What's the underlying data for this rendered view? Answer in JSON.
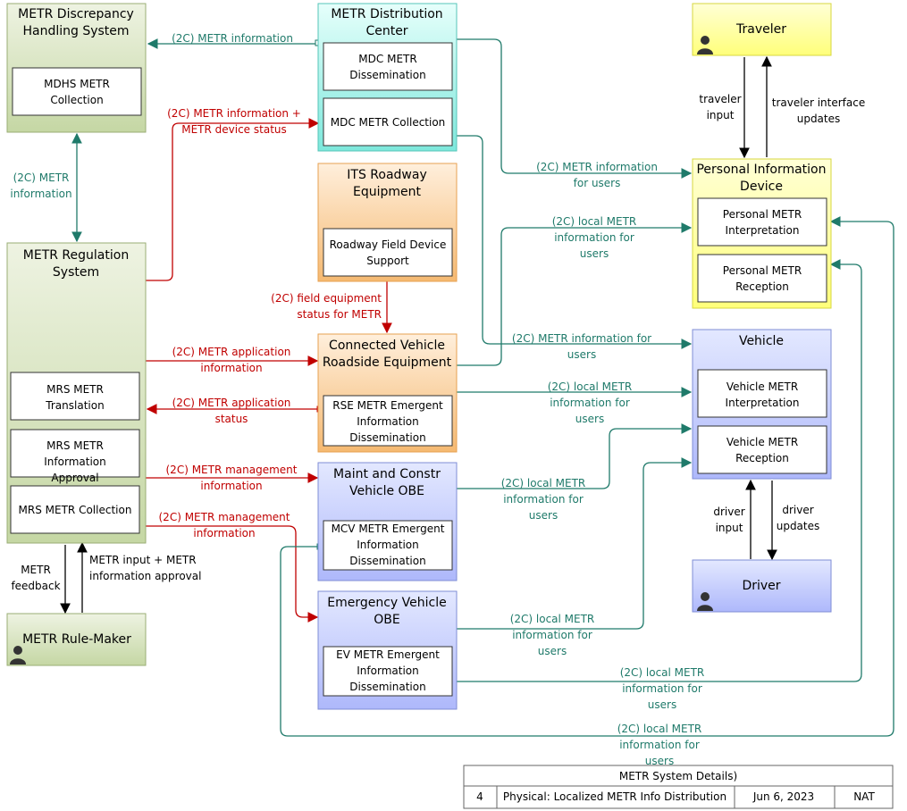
{
  "colors": {
    "teal": "#1f7a6a",
    "red": "#c00000",
    "black": "#000000",
    "green_fill_top": "#eef3e2",
    "green_fill_bottom": "#c5d7a4",
    "green_stroke": "#9aae74",
    "teal_fill_top": "#e6fffb",
    "teal_fill_bottom": "#7de8dc",
    "teal_stroke": "#56c4b8",
    "orange_fill_top": "#ffefdc",
    "orange_fill_bottom": "#f5b971",
    "orange_stroke": "#e7a151",
    "yellow_fill_top": "#ffffd6",
    "yellow_fill_bottom": "#ffff7a",
    "yellow_stroke": "#d7d740",
    "blue_fill_top": "#e3e8ff",
    "blue_fill_bottom": "#aeb8fb",
    "blue_stroke": "#7f8ed6"
  },
  "nodes": {
    "mdhs": {
      "title": "METR Discrepancy Handling System",
      "sub": "MDHS METR Collection"
    },
    "mdc": {
      "title": "METR Distribution Center",
      "sub1": "MDC METR Dissemination",
      "sub2": "MDC METR Collection"
    },
    "traveler": {
      "title": "Traveler",
      "icon": "person-icon"
    },
    "its": {
      "title": "ITS Roadway Equipment",
      "sub": "Roadway Field Device Support"
    },
    "pid": {
      "title": "Personal Information Device",
      "sub1": "Personal METR Interpretation",
      "sub2": "Personal METR Reception"
    },
    "mrs": {
      "title": "METR Regulation System",
      "sub1": "MRS METR Translation",
      "sub2": "MRS METR Information Approval",
      "sub3": "MRS METR Collection"
    },
    "cvrse": {
      "title": "Connected Vehicle Roadside Equipment",
      "sub": "RSE METR Emergent Information Dissemination"
    },
    "vehicle": {
      "title": "Vehicle",
      "sub1": "Vehicle METR Interpretation",
      "sub2": "Vehicle METR Reception"
    },
    "mcv": {
      "title": "Maint and Constr Vehicle OBE",
      "sub": "MCV METR Emergent Information Dissemination"
    },
    "driver": {
      "title": "Driver",
      "icon": "person-icon"
    },
    "ev": {
      "title": "Emergency Vehicle OBE",
      "sub": "EV METR Emergent Information Dissemination"
    },
    "rulemaker": {
      "title": "METR Rule-Maker",
      "icon": "person-icon"
    }
  },
  "flows": {
    "f1": "(2C) METR information",
    "f2": "(2C) METR information + METR device status",
    "f3": "(2C) METR information",
    "f4": "(2C) METR information for users",
    "f5": "(2C) local METR information for users",
    "f6": "traveler input",
    "f7": "traveler interface updates",
    "f8": "(2C) field equipment status for METR",
    "f9": "(2C) METR application information",
    "f10": "(2C) METR information for users",
    "f11": "(2C) METR application status",
    "f12": "(2C) local METR information for users",
    "f13": "(2C) METR management information",
    "f14": "(2C) local METR information for users",
    "f15": "(2C) METR management information",
    "f16": "driver input",
    "f17": "driver updates",
    "f18": "(2C) local METR information for users",
    "f19": "METR feedback",
    "f20": "METR input + METR information approval",
    "f21": "(2C) local METR information for users",
    "f22": "(2C) local METR information for users"
  },
  "footer": {
    "title": "METR System Details)",
    "number": "4",
    "name": "Physical: Localized METR Info Distribution",
    "date": "Jun 6, 2023",
    "code": "NAT"
  }
}
